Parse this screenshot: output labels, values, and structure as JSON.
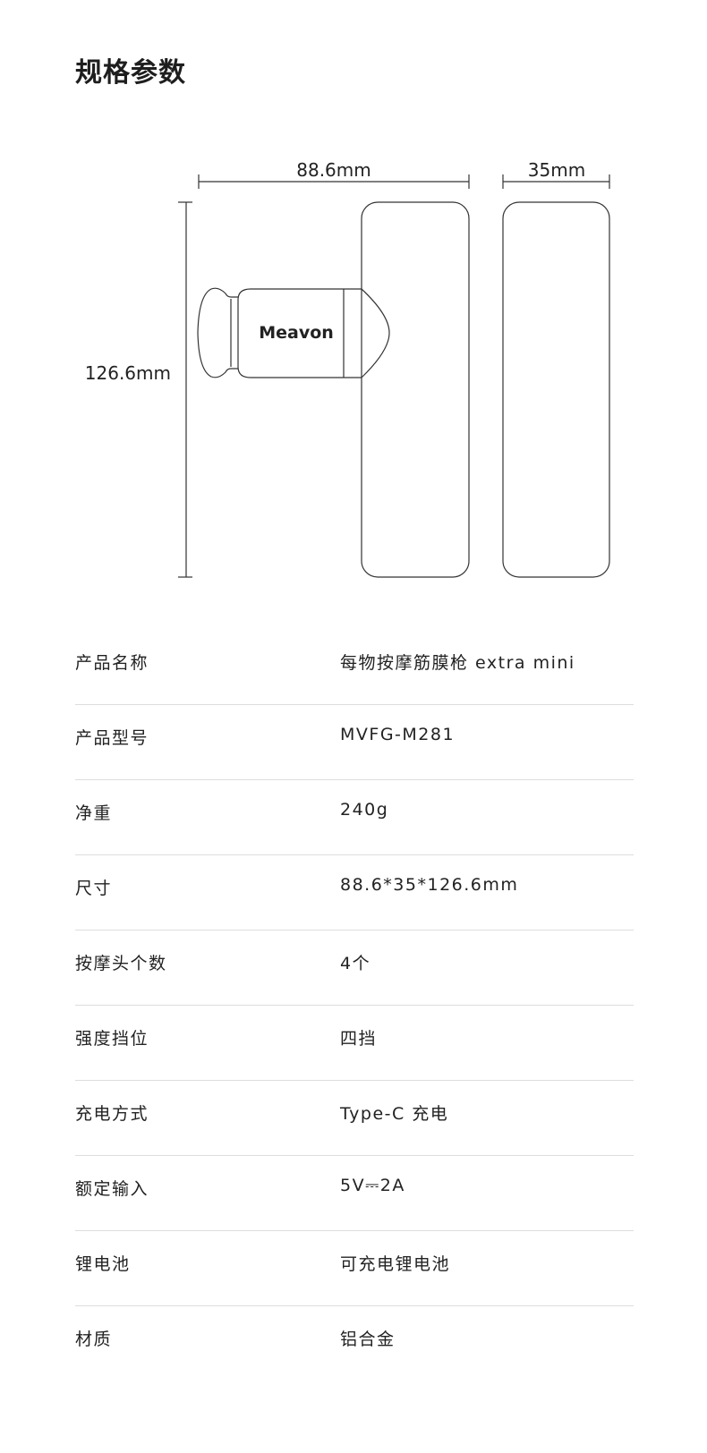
{
  "title": "规格参数",
  "diagram": {
    "width_label": "88.6mm",
    "depth_label": "35mm",
    "height_label": "126.6mm",
    "brand": "Meavon"
  },
  "specs": [
    {
      "label": "产品名称",
      "value": "每物按摩筋膜枪 extra mini"
    },
    {
      "label": "产品型号",
      "value": "MVFG-M281"
    },
    {
      "label": "净重",
      "value": "240g"
    },
    {
      "label": "尺寸",
      "value": "88.6*35*126.6mm"
    },
    {
      "label": "按摩头个数",
      "value": "4个"
    },
    {
      "label": "强度挡位",
      "value": "四挡"
    },
    {
      "label": "充电方式",
      "value": "Type-C 充电"
    },
    {
      "label": "额定输入",
      "value": "5V⎓2A"
    },
    {
      "label": "锂电池",
      "value": "可充电锂电池"
    },
    {
      "label": "材质",
      "value": "铝合金"
    }
  ]
}
